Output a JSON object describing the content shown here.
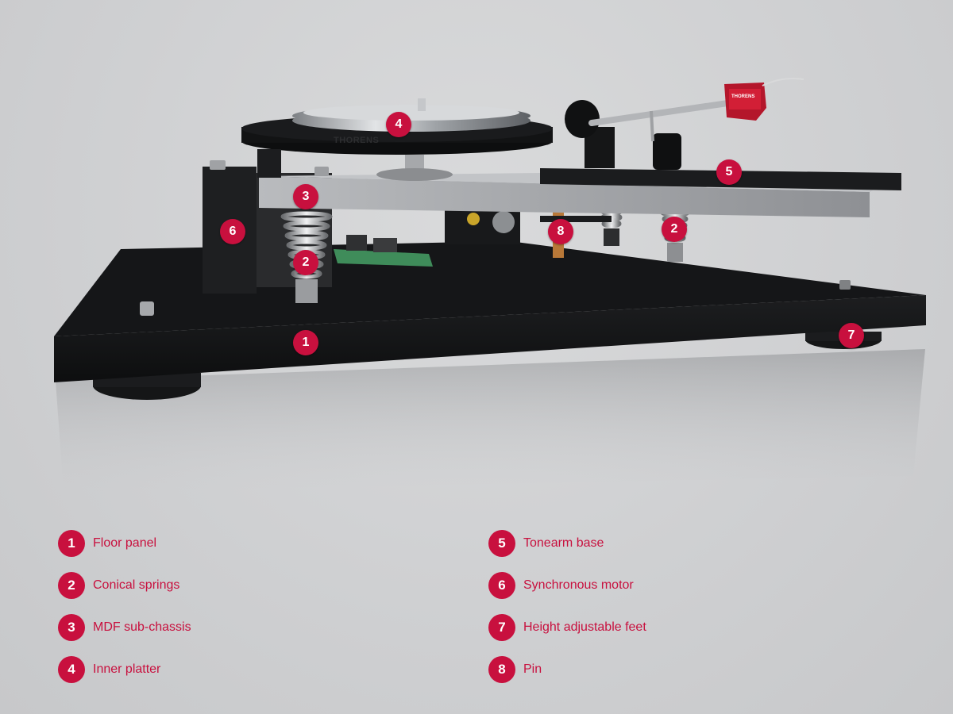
{
  "accent_color": "#c8103e",
  "brand": {
    "platter_logo": "THORENS",
    "cartridge_logo": "THORENS"
  },
  "callouts": [
    {
      "id": "callout-4",
      "number": "4"
    },
    {
      "id": "callout-5",
      "number": "5"
    },
    {
      "id": "callout-3",
      "number": "3"
    },
    {
      "id": "callout-6",
      "number": "6"
    },
    {
      "id": "callout-8",
      "number": "8"
    },
    {
      "id": "callout-2a",
      "number": "2"
    },
    {
      "id": "callout-2b",
      "number": "2"
    },
    {
      "id": "callout-1",
      "number": "1"
    },
    {
      "id": "callout-7",
      "number": "7"
    }
  ],
  "legend": {
    "left": [
      {
        "number": "1",
        "label": "Floor panel"
      },
      {
        "number": "2",
        "label": "Conical springs"
      },
      {
        "number": "3",
        "label": "MDF sub-chassis"
      },
      {
        "number": "4",
        "label": "Inner platter"
      }
    ],
    "right": [
      {
        "number": "5",
        "label": "Tonearm base"
      },
      {
        "number": "6",
        "label": "Synchronous motor"
      },
      {
        "number": "7",
        "label": "Height adjustable feet"
      },
      {
        "number": "8",
        "label": "Pin"
      }
    ]
  }
}
